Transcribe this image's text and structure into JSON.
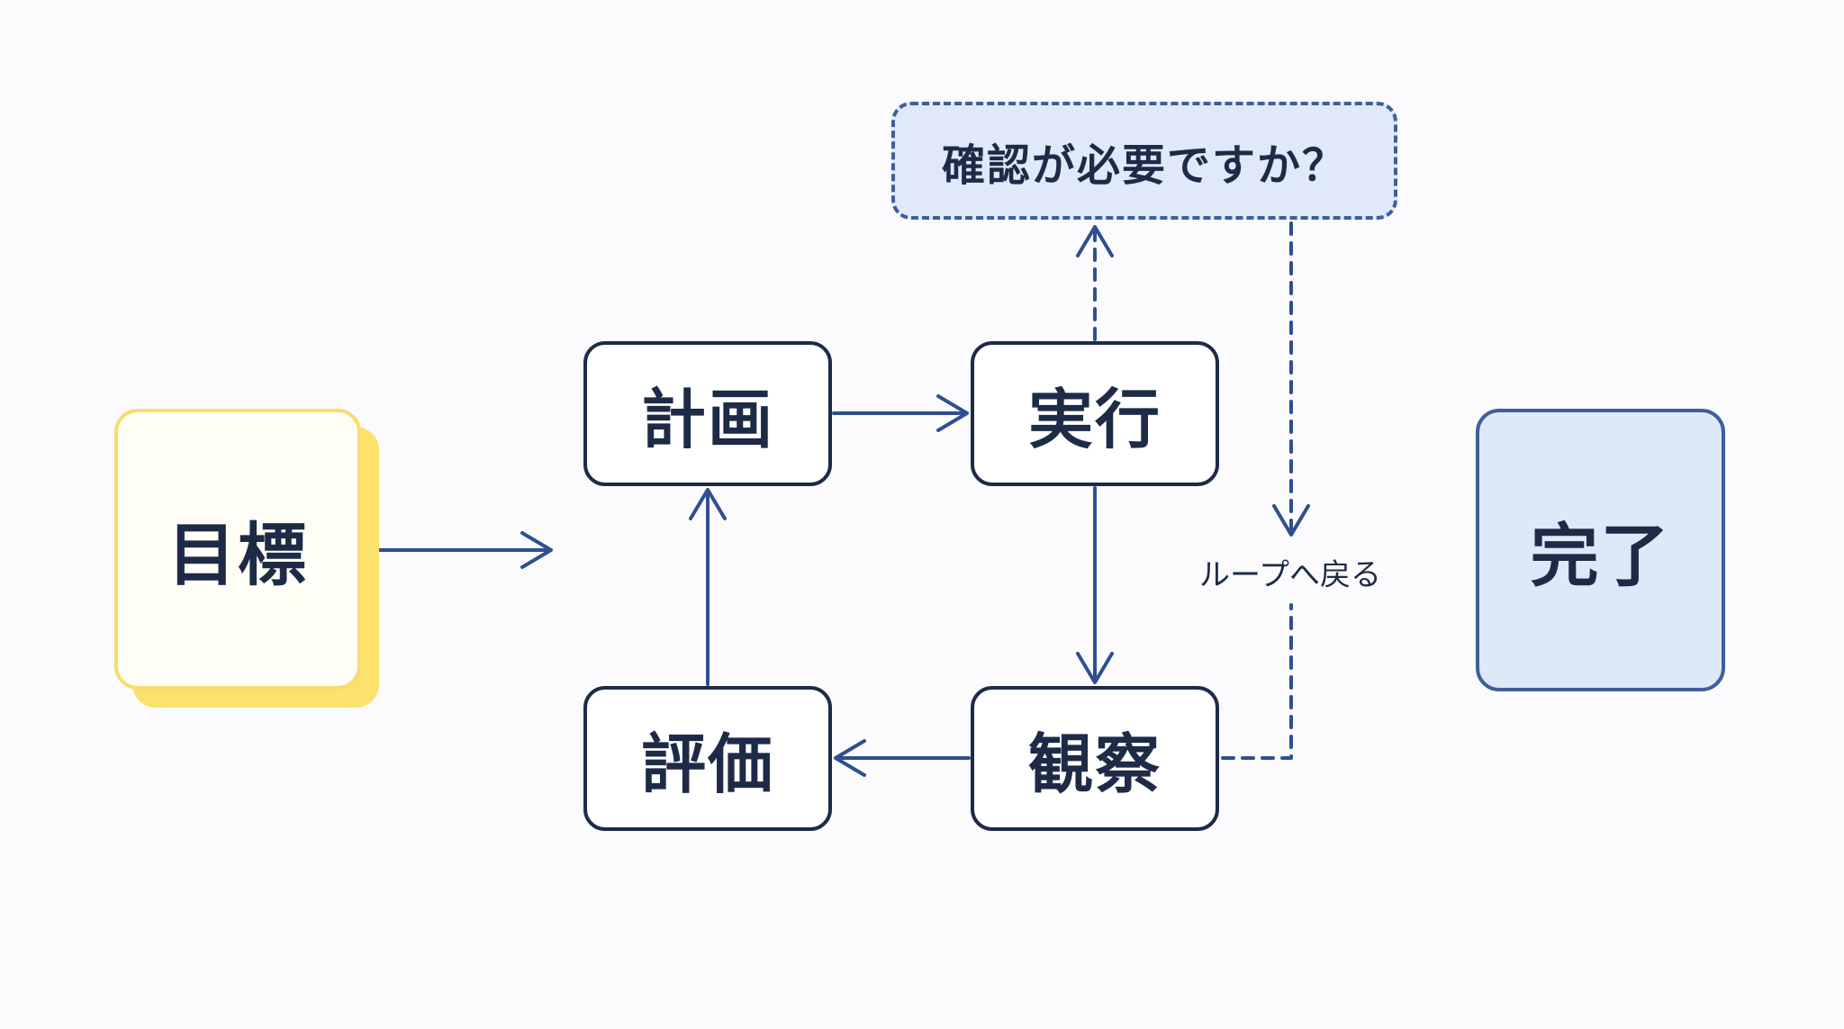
{
  "diagram": {
    "nodes": {
      "goal": "目標",
      "plan": "計画",
      "execute": "実行",
      "observe": "観察",
      "evaluate": "評価",
      "done": "完了",
      "decision": "確認が必要ですか？"
    },
    "labels": {
      "loop_back": "ループへ戻る"
    },
    "colors": {
      "ink": "#1e2b47",
      "arrow": "#2f4f8f",
      "goal_border": "#f7dc6f",
      "goal_shadow": "#fce26c",
      "done_fill": "#dde8f9",
      "decision_fill": "#dfe9f9"
    }
  }
}
